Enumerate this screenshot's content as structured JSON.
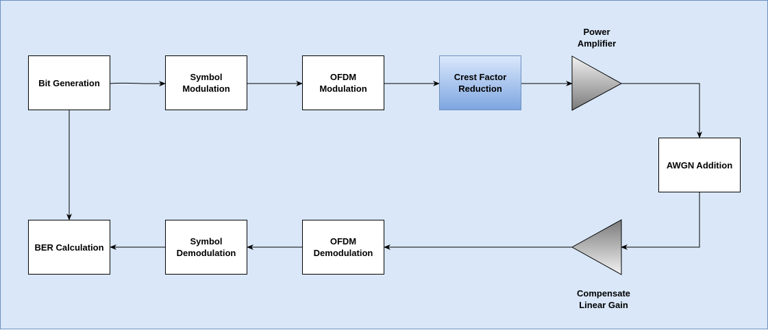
{
  "blocks": {
    "bit_generation": "Bit Generation",
    "symbol_modulation": "Symbol\nModulation",
    "ofdm_modulation": "OFDM\nModulation",
    "crest_factor_reduction": "Crest Factor\nReduction",
    "awgn_addition": "AWGN Addition",
    "ofdm_demodulation": "OFDM\nDemodulation",
    "symbol_demodulation": "Symbol\nDemodulation",
    "ber_calculation": "BER Calculation"
  },
  "amplifiers": {
    "power_amplifier": "Power\nAmplifier",
    "compensate_gain": "Compensate\nLinear Gain"
  },
  "colors": {
    "background": "#d9e7f8",
    "highlight_top": "#dae8fc",
    "highlight_bottom": "#7ea6e0",
    "triangle_light": "#f2f2f2",
    "triangle_dark": "#7a7a7a"
  }
}
